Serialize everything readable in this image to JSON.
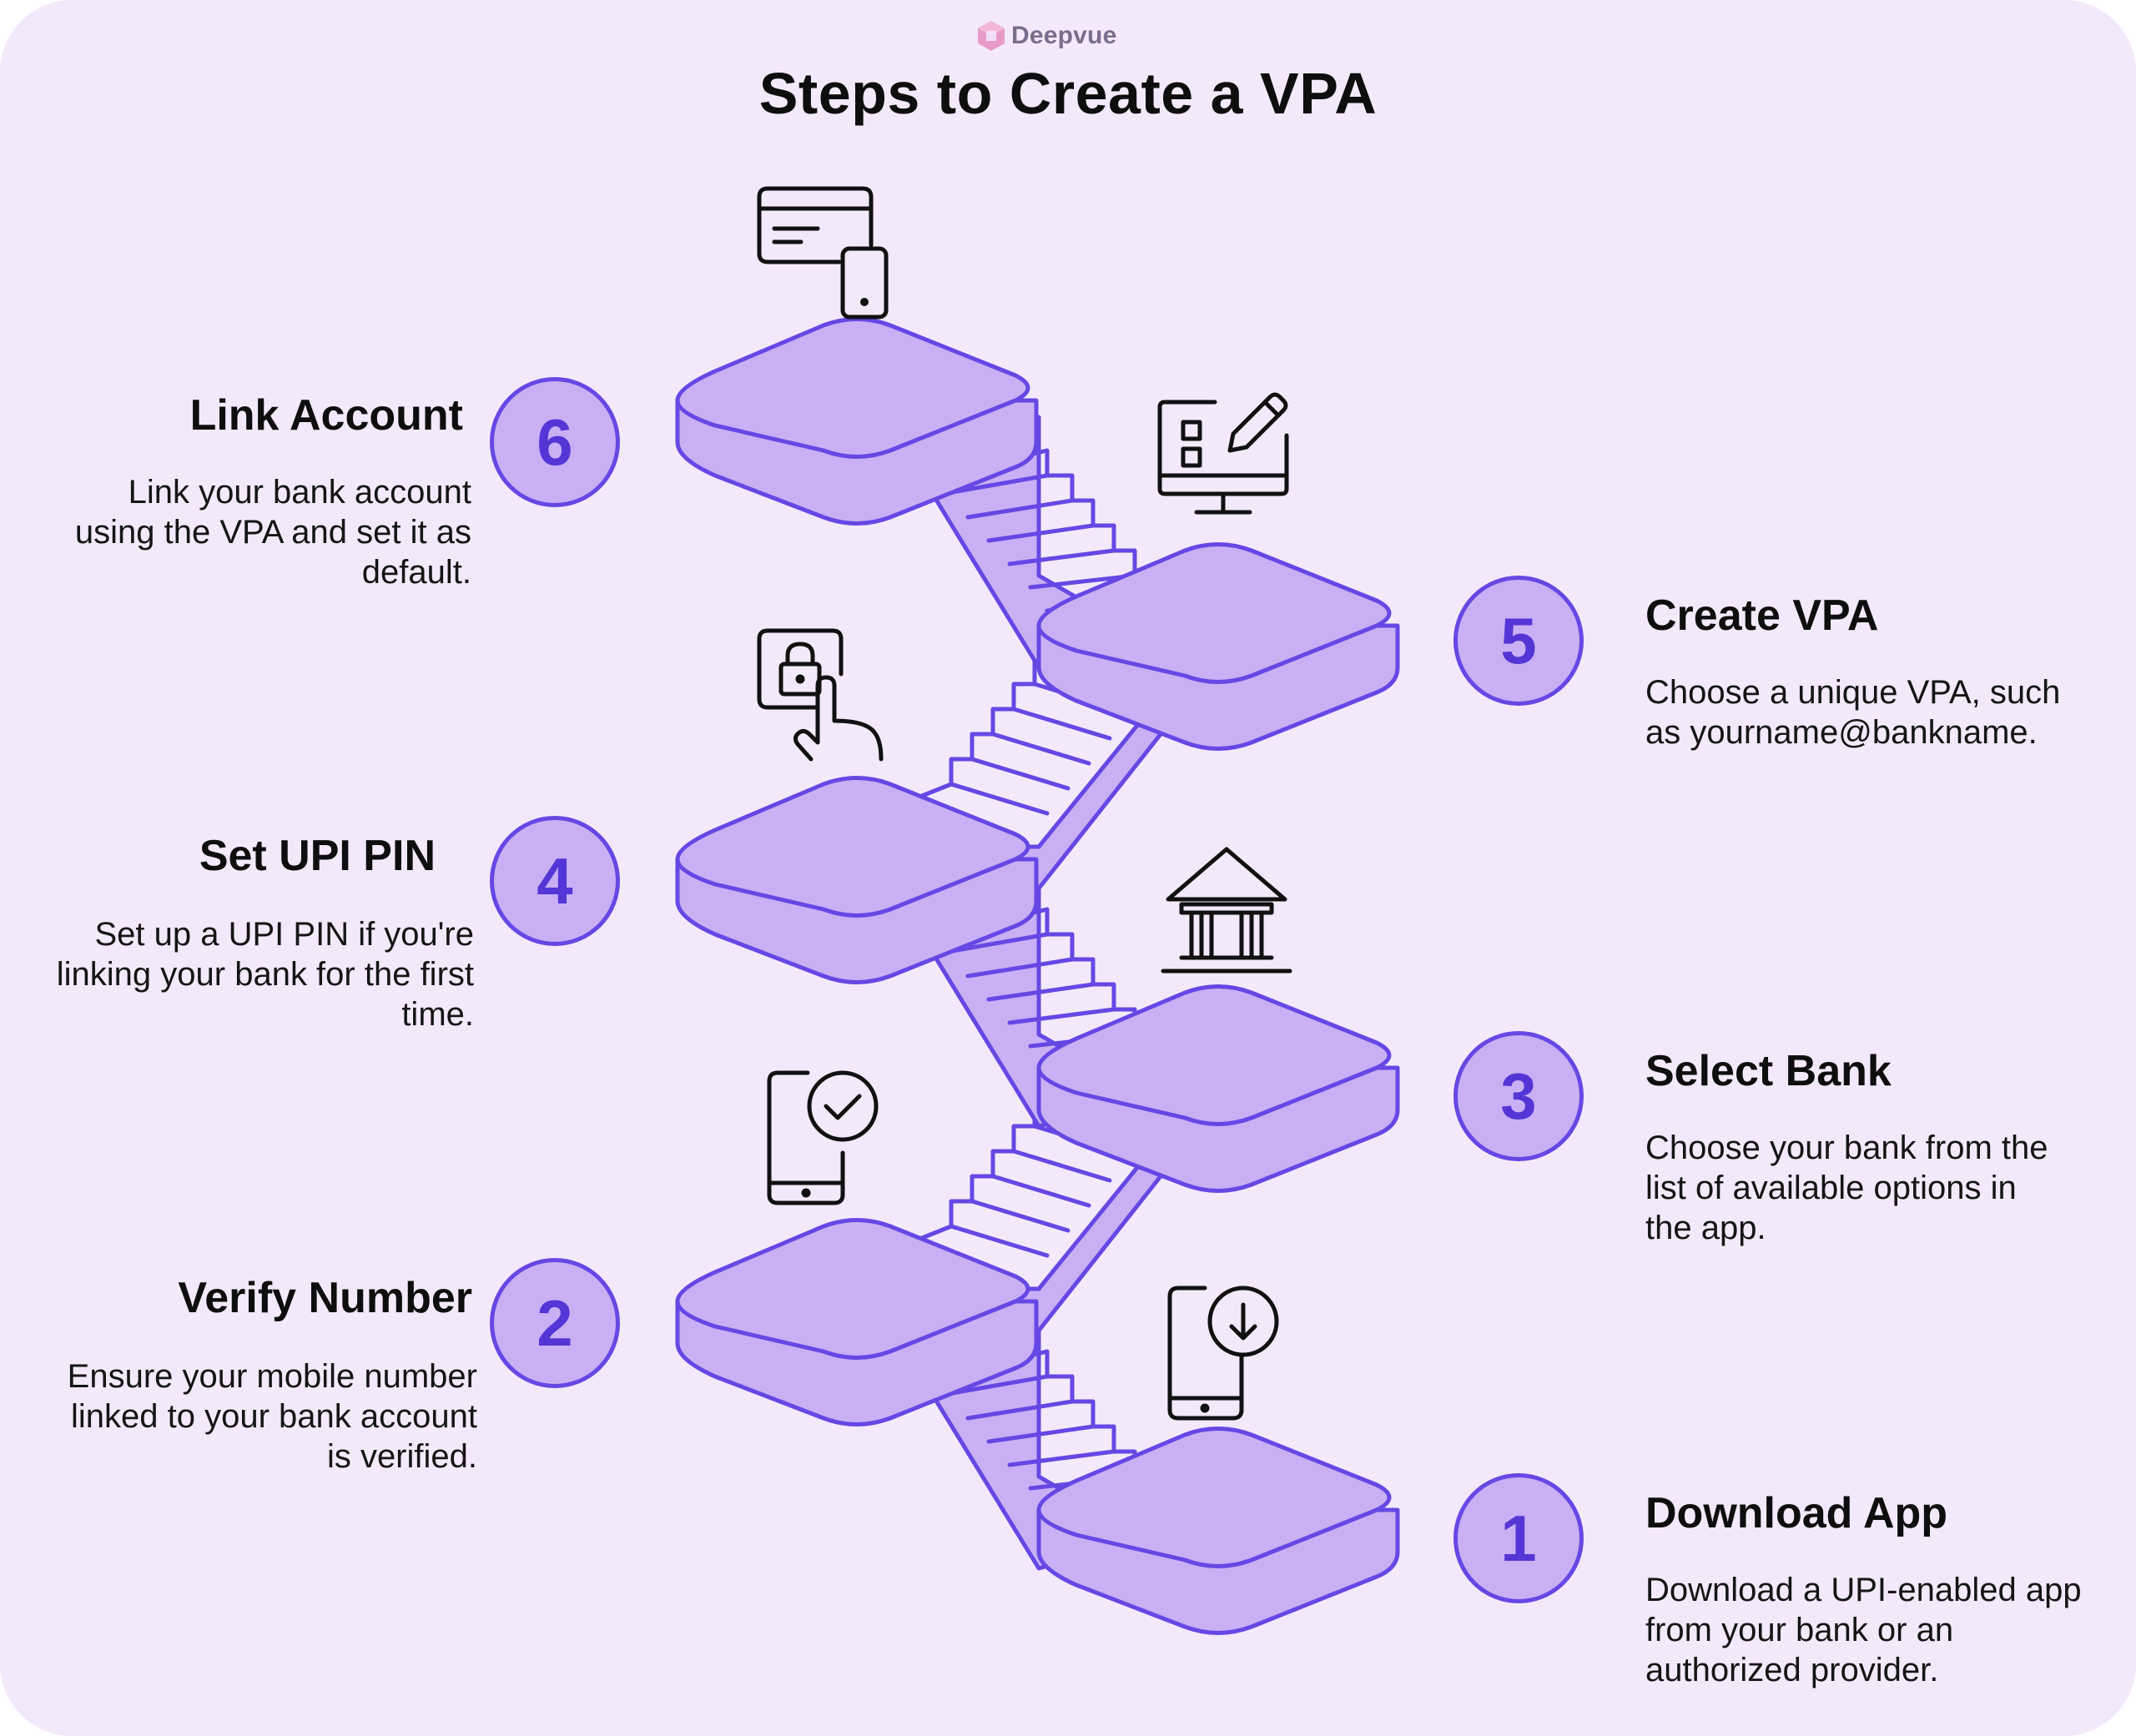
{
  "brand": {
    "name": "Deepvue",
    "logo_icon": "hexagon-logo-icon",
    "logo_color": "#e79bc6"
  },
  "title": "Steps to Create a VPA",
  "colors": {
    "background": "#f3e9fb",
    "stair_fill": "#c9b0f4",
    "stair_stroke": "#6548e4",
    "number_text": "#5436d6"
  },
  "steps": [
    {
      "number": "1",
      "title": "Download App",
      "description": "Download a UPI-enabled app from your bank or an authorized provider.",
      "icon": "phone-download-icon",
      "side": "right"
    },
    {
      "number": "2",
      "title": "Verify Number",
      "description": "Ensure your mobile number linked to your bank account is verified.",
      "icon": "phone-check-icon",
      "side": "left"
    },
    {
      "number": "3",
      "title": "Select Bank",
      "description": "Choose your bank from the list of available options in the app.",
      "icon": "bank-icon",
      "side": "right"
    },
    {
      "number": "4",
      "title": "Set UPI PIN",
      "description": "Set up a UPI PIN if you're linking your bank for the first time.",
      "icon": "lock-touch-icon",
      "side": "left"
    },
    {
      "number": "5",
      "title": "Create VPA",
      "description": "Choose a unique VPA, such as yourname@bankname.",
      "icon": "monitor-form-edit-icon",
      "side": "right"
    },
    {
      "number": "6",
      "title": "Link Account",
      "description": "Link your bank account using the VPA and set it as default.",
      "icon": "card-phone-icon",
      "side": "left"
    }
  ]
}
